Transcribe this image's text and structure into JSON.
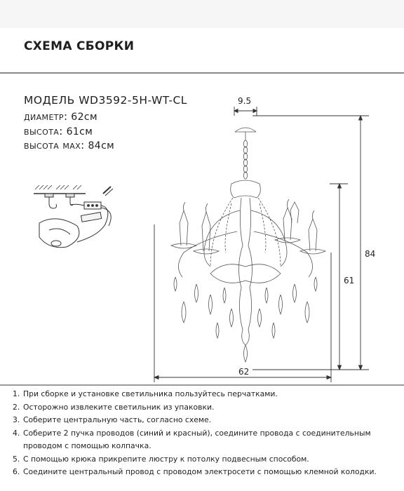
{
  "header": {
    "title": "СХЕМА СБОРКИ"
  },
  "specs": {
    "model": "МОДЕЛЬ WD3592-5H-WT-CL",
    "diameter_label": "диаметр:",
    "diameter_value": "62см",
    "height_label": "высота:",
    "height_value": "61см",
    "height_max_label": "высота мах:",
    "height_max_value": "84см"
  },
  "diagram": {
    "canopy_dim": "9.5",
    "total_height_dim": "84",
    "body_height_dim": "61",
    "width_dim": "62",
    "icons": [
      "ceiling-hook-wiring-icon",
      "chandelier-outline-icon"
    ]
  },
  "steps": [
    {
      "num": "1.",
      "lines": [
        "При сборке и установке светильника пользуйтесь перчатками."
      ]
    },
    {
      "num": "2.",
      "lines": [
        "Осторожно извлеките светильник из упаковки."
      ]
    },
    {
      "num": "3.",
      "lines": [
        "Соберите центральную часть, согласно схеме."
      ]
    },
    {
      "num": "4.",
      "lines": [
        "Соберите 2 пучка проводов (синий и красный), соедините провода с соединительным",
        "проводом с помощью колпачка."
      ]
    },
    {
      "num": "5.",
      "lines": [
        "С помощью крюка прикрепите люстру к потолку подвесным способом."
      ]
    },
    {
      "num": "6.",
      "lines": [
        "Соедините центральный провод с проводом электросети с помощью клемной колодки."
      ]
    }
  ]
}
